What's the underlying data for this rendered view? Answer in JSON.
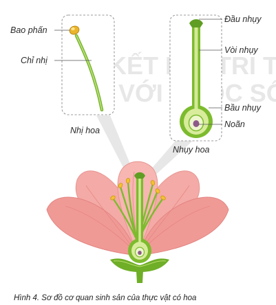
{
  "labels": {
    "anther": "Bao phấn",
    "filament": "Chỉ nhị",
    "stamen": "Nhị hoa",
    "stigma": "Đầu nhụy",
    "style": "Vòi nhụy",
    "ovary": "Bầu nhụy",
    "ovule": "Noãn",
    "pistil": "Nhụy hoa"
  },
  "watermark": {
    "line1": "KẾT NỐI TRI TH",
    "line2": "VỚI CUỘC SỐN"
  },
  "caption": "Hình 4. Sơ đồ cơ quan sinh sản của thực vật có hoa",
  "colors": {
    "petal": "#f3a3a0",
    "petal_dark": "#e98682",
    "green": "#7dbb2e",
    "green_light": "#c7e37a",
    "anther": "#f2c230",
    "ovule": "#8e5a8a"
  }
}
